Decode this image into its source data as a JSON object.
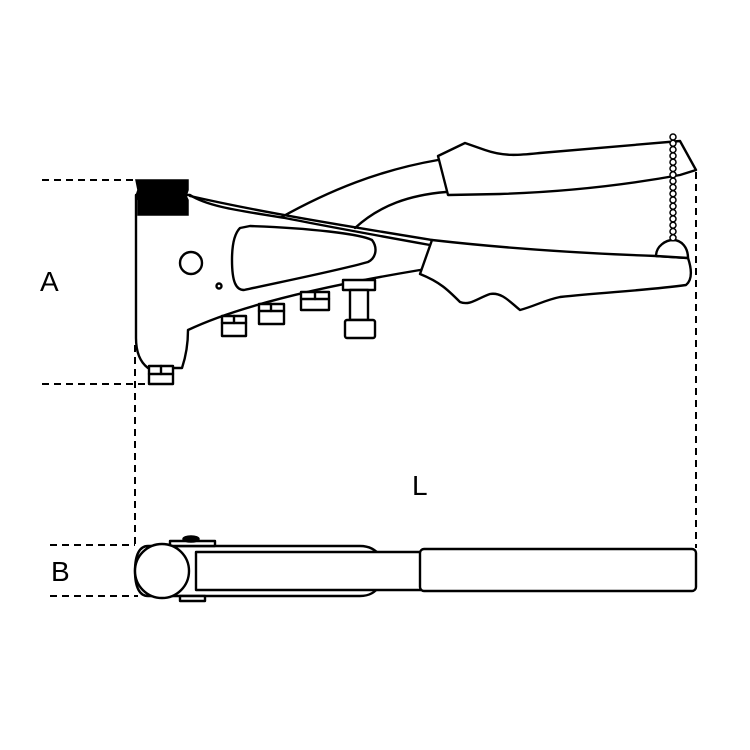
{
  "diagram": {
    "subject": "hand riveter tool with dimensions",
    "views": [
      "side-view",
      "top-view"
    ],
    "dimensions": {
      "A": {
        "label": "A",
        "meaning": "head height"
      },
      "B": {
        "label": "B",
        "meaning": "head width"
      },
      "L": {
        "label": "L",
        "meaning": "overall length"
      }
    },
    "colors": {
      "line": "#000000",
      "background": "#ffffff"
    }
  }
}
